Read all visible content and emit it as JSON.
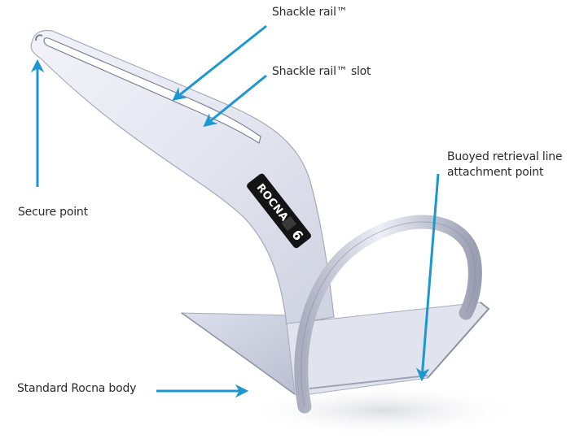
{
  "diagram": {
    "subject": "Rocna anchor",
    "colors": {
      "arrow": "#1d97d0",
      "metal_light": "#eceef6",
      "metal_mid": "#c9ccda",
      "metal_dark": "#8e92a3",
      "label_text": "#2b2b2b",
      "background": "#ffffff"
    },
    "labels": [
      {
        "id": "shackle-rail",
        "text": "Shackle rail™"
      },
      {
        "id": "shackle-rail-slot",
        "text": "Shackle rail™ slot"
      },
      {
        "id": "secure-point",
        "text": "Secure point"
      },
      {
        "id": "buoyed-retrieval",
        "text": "Buoyed retrieval line attachment point",
        "lines": [
          "Buoyed retrieval line",
          "attachment point"
        ]
      },
      {
        "id": "standard-body",
        "text": "Standard Rocna body"
      }
    ],
    "badge": {
      "brand": "ROCNA",
      "size": "6"
    }
  }
}
